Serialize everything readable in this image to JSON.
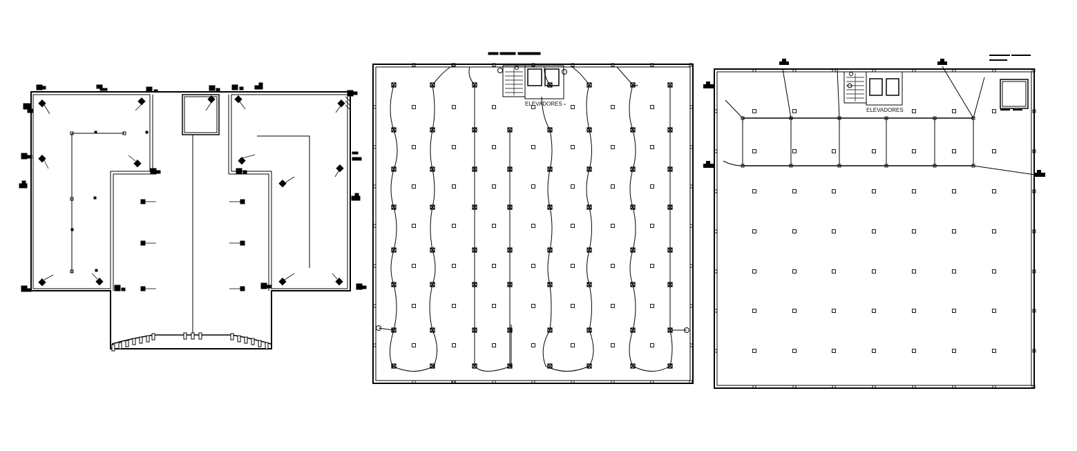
{
  "drawing": {
    "type": "electrical floor plans",
    "line_color": "#000000",
    "background": "#ffffff",
    "plans": [
      {
        "id": "left-plan"
      },
      {
        "id": "middle-plan",
        "label_elevators": "ELEVADORES"
      },
      {
        "id": "right-plan",
        "label_elevators": "ELEVADORES"
      }
    ],
    "symbols": [
      "ceiling-light-square",
      "wired-fixture-x",
      "outlet-tag",
      "stair",
      "elevator"
    ]
  }
}
